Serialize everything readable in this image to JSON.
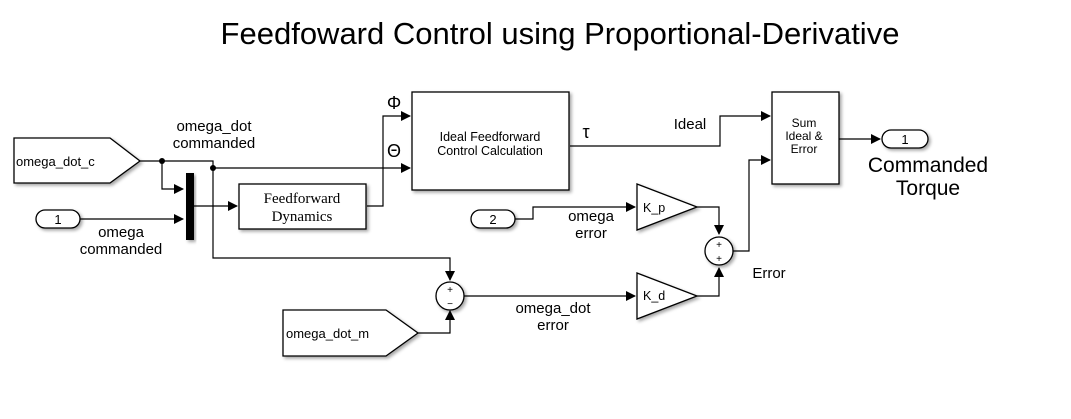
{
  "title": "Feedfoward Control using Proportional-Derivative",
  "blocks": {
    "from_omega_dot_c": "omega_dot_c",
    "from_omega_dot_m": "omega_dot_m",
    "inport_1": "1",
    "inport_2": "2",
    "outport_1": "1",
    "feedforward_dynamics": [
      "Feedforward",
      "Dynamics"
    ],
    "ideal_ff_calc": [
      "Ideal Feedforward",
      "Control Calculation"
    ],
    "sum_ideal_error": [
      "Sum",
      "Ideal &",
      "Error"
    ],
    "gain_kp": "K_p",
    "gain_kd": "K_d",
    "sum_error_signs": [
      "+",
      "−"
    ],
    "sum_pd_signs": [
      "+",
      "+"
    ]
  },
  "signals": {
    "omega_dot_commanded": [
      "omega_dot",
      "commanded"
    ],
    "omega_commanded": [
      "omega",
      "commanded"
    ],
    "phi": "Φ",
    "theta": "Θ",
    "tau": "τ",
    "ideal": "Ideal",
    "omega_error": [
      "omega",
      "error"
    ],
    "omega_dot_error": [
      "omega_dot",
      "error"
    ],
    "error": "Error",
    "commanded_torque": [
      "Commanded",
      "Torque"
    ]
  }
}
